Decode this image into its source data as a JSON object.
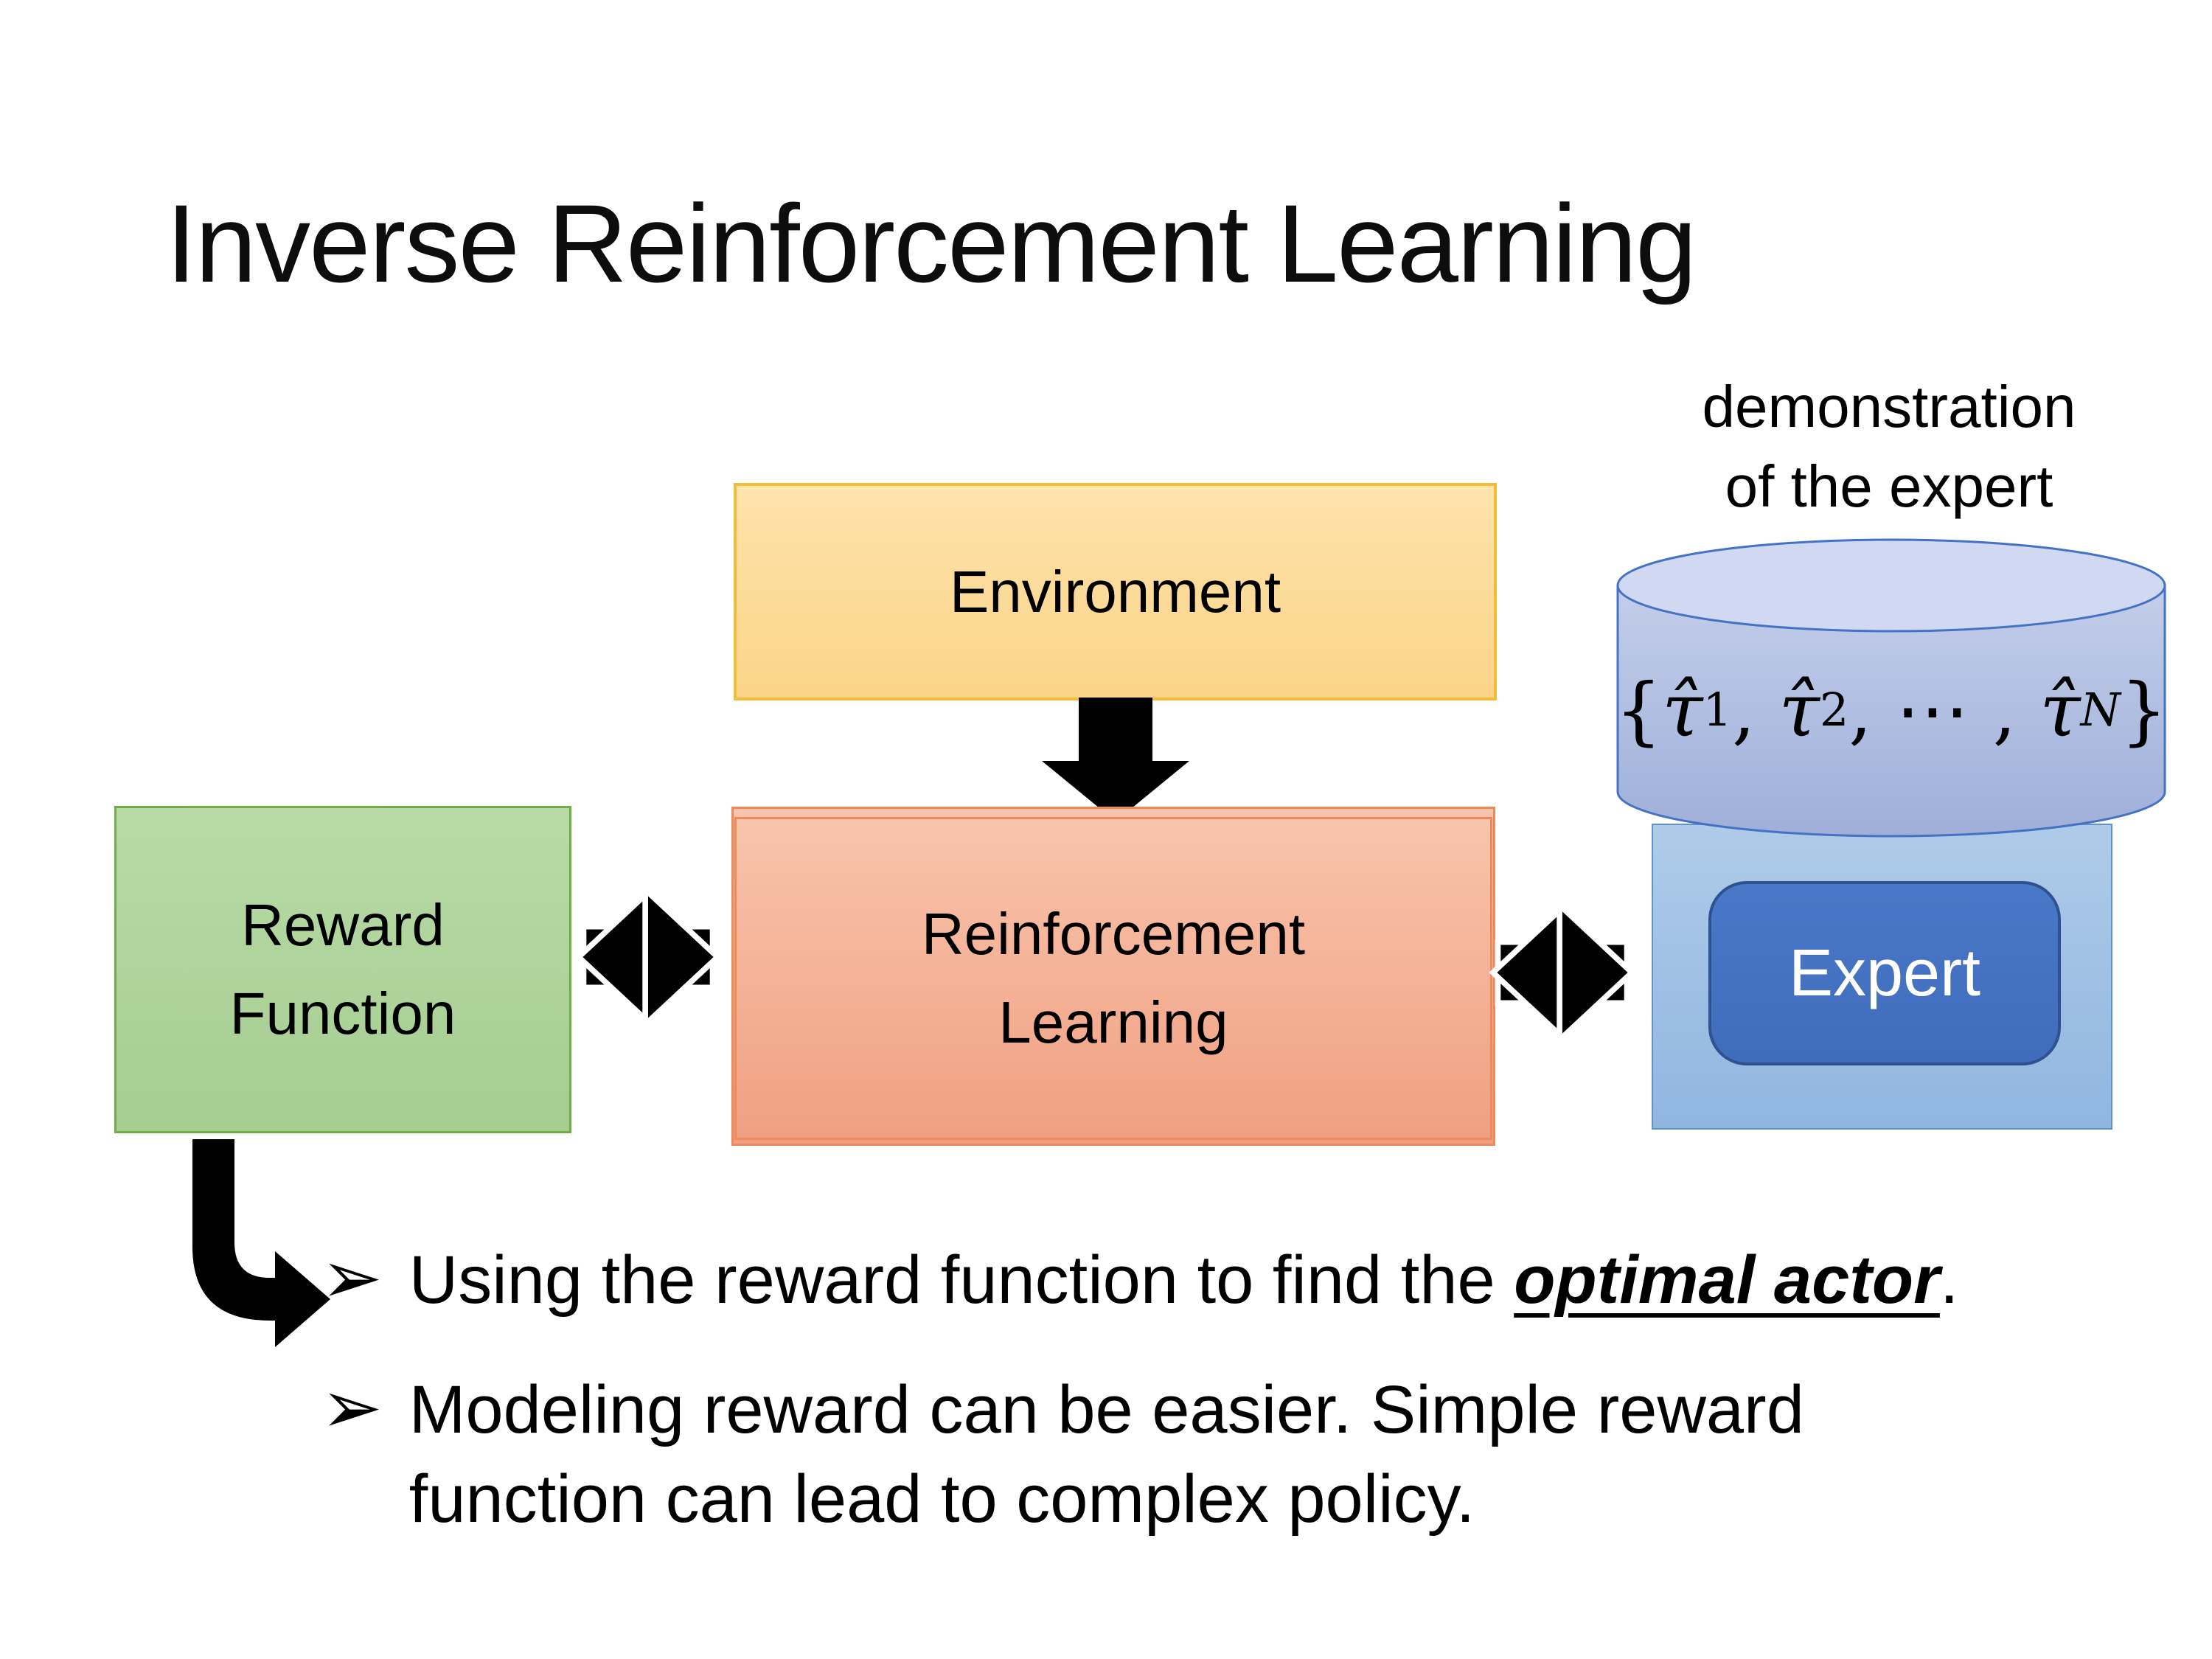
{
  "slide": {
    "title": "Inverse Reinforcement Learning"
  },
  "caption": {
    "line1": "demonstration",
    "line2": "of the expert"
  },
  "boxes": {
    "environment": "Environment",
    "reward_line1": "Reward",
    "reward_line2": "Function",
    "rl_line1": "Reinforcement",
    "rl_line2": "Learning",
    "expert": "Expert"
  },
  "formula": {
    "open": "{",
    "tau": "τ̂",
    "sub1": "1",
    "sep1": ", ",
    "sub2": "2",
    "sep2": ", ",
    "dots": "⋯",
    "sep3": " , ",
    "subN": "N",
    "close": "}"
  },
  "bullets": {
    "marker": "➢",
    "item1_pre": "Using the reward function to find the ",
    "item1_emphasis": "optimal actor",
    "item1_post": ".",
    "item2_line1": "Modeling reward can be easier. Simple reward",
    "item2_line2": "function can lead to complex policy."
  },
  "colors": {
    "environment_fill_top": "#FEE3AC",
    "environment_fill_bottom": "#FBD488",
    "environment_border": "#F2BE35",
    "rl_fill_top": "#F8C4AC",
    "rl_fill_bottom": "#F0A082",
    "rl_border": "#ED8A5A",
    "reward_fill_top": "#B9DAA6",
    "reward_fill_bottom": "#A6CD92",
    "reward_border": "#70AD47",
    "expert_container_fill_top": "#AFCBE9",
    "expert_container_fill_bottom": "#90B6E0",
    "expert_container_border": "#5F94C9",
    "cylinder_fill_top": "#C3CEEA",
    "cylinder_fill_bottom": "#9FAFD9",
    "cylinder_top_fill": "#D0D9F1",
    "cylinder_border": "#4472C4",
    "expert_fill": "#4472C4",
    "expert_border": "#2F528F",
    "arrow": "#000000"
  }
}
